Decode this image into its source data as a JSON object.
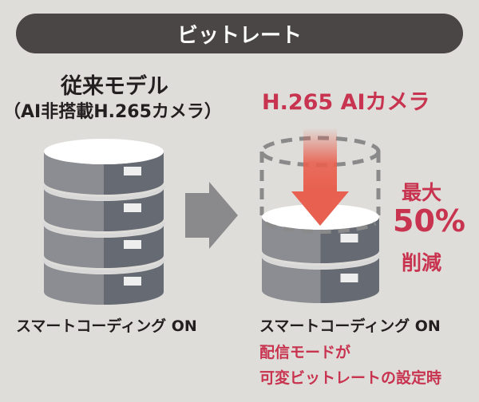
{
  "header": {
    "title": "ビットレート"
  },
  "left": {
    "title": "従来モデル",
    "subtitle": "（AI非搭載H.265カメラ）",
    "caption": "スマートコーディング ON"
  },
  "right": {
    "title": "H.265 AIカメラ",
    "reduction_prefix": "最大",
    "reduction_value": "50%",
    "reduction_suffix": "削減",
    "caption": "スマートコーディング ON",
    "note_line1": "配信モードが",
    "note_line2": "可変ビットレートの設定時"
  },
  "colors": {
    "accent_red": "#c8334f",
    "arrow_red": "#e8604f",
    "header_bg": "#4a4645",
    "background": "#dfddd9"
  }
}
